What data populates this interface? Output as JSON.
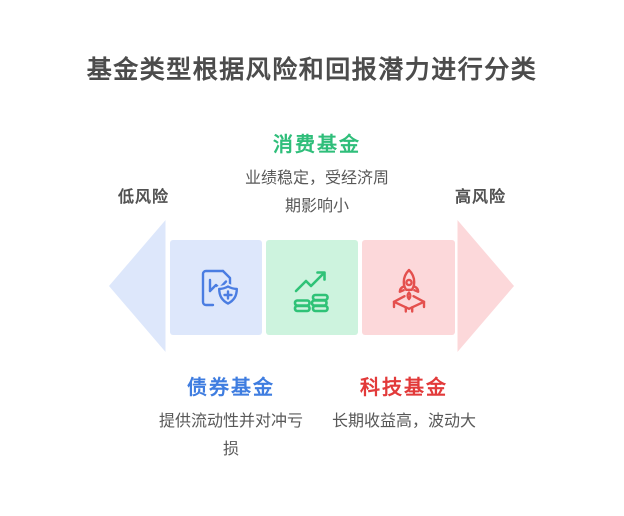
{
  "title": "基金类型根据风险和回报潜力进行分类",
  "risk_axis": {
    "left": "低风险",
    "right": "高风险"
  },
  "funds": {
    "bond": {
      "name": "债券基金",
      "description": "提供流动性并对冲亏\n损",
      "icon": "document-shield-plus-icon",
      "accent_color": "#3f7de0",
      "box_fill": "#dde7fb",
      "position": "left-low-risk"
    },
    "consumer": {
      "name": "消费基金",
      "description": "业绩稳定，受经济周\n期影响小",
      "icon": "growth-chart-coins-icon",
      "accent_color": "#2fbe7a",
      "box_fill": "#cdf3de",
      "position": "middle"
    },
    "tech": {
      "name": "科技基金",
      "description": "长期收益高，波动大",
      "icon": "rocket-launch-icon",
      "accent_color": "#e23a3a",
      "box_fill": "#fcd8da",
      "position": "right-high-risk"
    }
  },
  "colors": {
    "title_text": "#4c4c4c",
    "body_text": "#585858",
    "arrow_left_fill": "#dde7fb",
    "arrow_right_fill": "#fcd8da",
    "bond_icon_stroke": "#4a7de2",
    "consumer_icon_stroke": "#2fc277",
    "tech_icon_stroke": "#e4504e"
  }
}
